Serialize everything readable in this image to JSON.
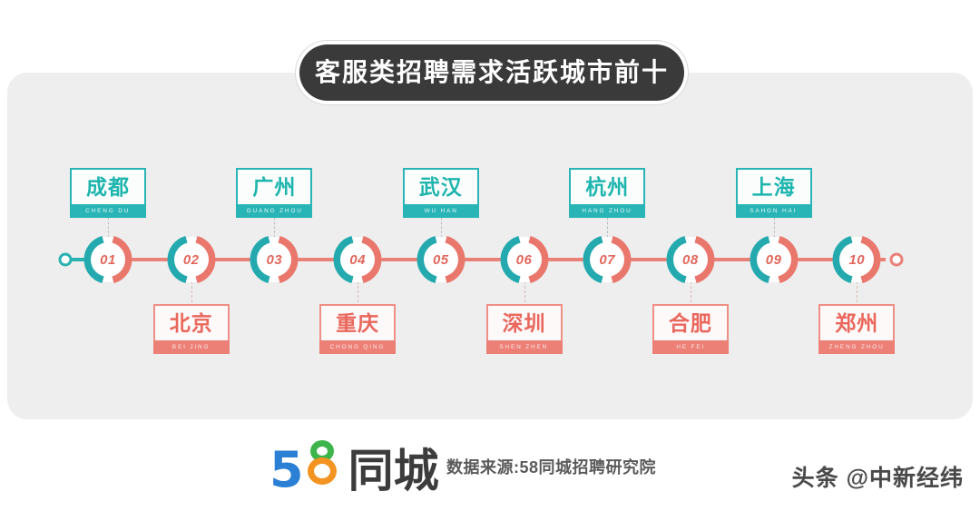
{
  "title": "客服类招聘需求活跃城市前十",
  "colors": {
    "teal": "#1eb5ae",
    "teal_strip": "#29b4b6",
    "coral": "#e9675c",
    "coral_strip": "#ec7f76",
    "panel": "#eeeeee",
    "title_pill": "#3a3a3a",
    "logo_blue": "#2b7fd4",
    "logo_green": "#3db54a",
    "logo_orange": "#f39321"
  },
  "chart_data": {
    "type": "table",
    "title": "客服类招聘需求活跃城市前十",
    "xlabel": "",
    "ylabel": "",
    "categories": [
      "01",
      "02",
      "03",
      "04",
      "05",
      "06",
      "07",
      "08",
      "09",
      "10"
    ],
    "values": [
      {
        "rank": "01",
        "city": "成都",
        "pinyin": "CHENG DU",
        "side": "top",
        "color": "#1eb5ae"
      },
      {
        "rank": "02",
        "city": "北京",
        "pinyin": "BEI JING",
        "side": "bottom",
        "color": "#e9675c"
      },
      {
        "rank": "03",
        "city": "广州",
        "pinyin": "GUANG ZHOU",
        "side": "top",
        "color": "#1eb5ae"
      },
      {
        "rank": "04",
        "city": "重庆",
        "pinyin": "CHONG QING",
        "side": "bottom",
        "color": "#e9675c"
      },
      {
        "rank": "05",
        "city": "武汉",
        "pinyin": "WU HAN",
        "side": "top",
        "color": "#1eb5ae"
      },
      {
        "rank": "06",
        "city": "深圳",
        "pinyin": "SHEN ZHEN",
        "side": "bottom",
        "color": "#e9675c"
      },
      {
        "rank": "07",
        "city": "杭州",
        "pinyin": "HANG ZHOU",
        "side": "top",
        "color": "#1eb5ae"
      },
      {
        "rank": "08",
        "city": "合肥",
        "pinyin": "HE FEI",
        "side": "bottom",
        "color": "#e9675c"
      },
      {
        "rank": "09",
        "city": "上海",
        "pinyin": "SAHGN HAI",
        "side": "top",
        "color": "#1eb5ae"
      },
      {
        "rank": "10",
        "city": "郑州",
        "pinyin": "ZHENG ZHOU",
        "side": "bottom",
        "color": "#e9675c"
      }
    ]
  },
  "markers": [
    {
      "rank": "01"
    },
    {
      "rank": "02"
    },
    {
      "rank": "03"
    },
    {
      "rank": "04"
    },
    {
      "rank": "05"
    },
    {
      "rank": "06"
    },
    {
      "rank": "07"
    },
    {
      "rank": "08"
    },
    {
      "rank": "09"
    },
    {
      "rank": "10"
    }
  ],
  "plates_top": [
    {
      "city": "成都",
      "pinyin": "CHENG DU"
    },
    {
      "city": "广州",
      "pinyin": "GUANG ZHOU"
    },
    {
      "city": "武汉",
      "pinyin": "WU HAN"
    },
    {
      "city": "杭州",
      "pinyin": "HANG ZHOU"
    },
    {
      "city": "上海",
      "pinyin": "SAHGN HAI"
    }
  ],
  "plates_bottom": [
    {
      "city": "北京",
      "pinyin": "BEI JING"
    },
    {
      "city": "重庆",
      "pinyin": "CHONG QING"
    },
    {
      "city": "深圳",
      "pinyin": "SHEN ZHEN"
    },
    {
      "city": "合肥",
      "pinyin": "HE FEI"
    },
    {
      "city": "郑州",
      "pinyin": "ZHENG ZHOU"
    }
  ],
  "footer": {
    "logo_digit5": "5",
    "logo_digit8": "8",
    "logo_cn": "同城",
    "source": "数据来源:58同城招聘研究院",
    "watermark": "头条 @中新经纬"
  }
}
